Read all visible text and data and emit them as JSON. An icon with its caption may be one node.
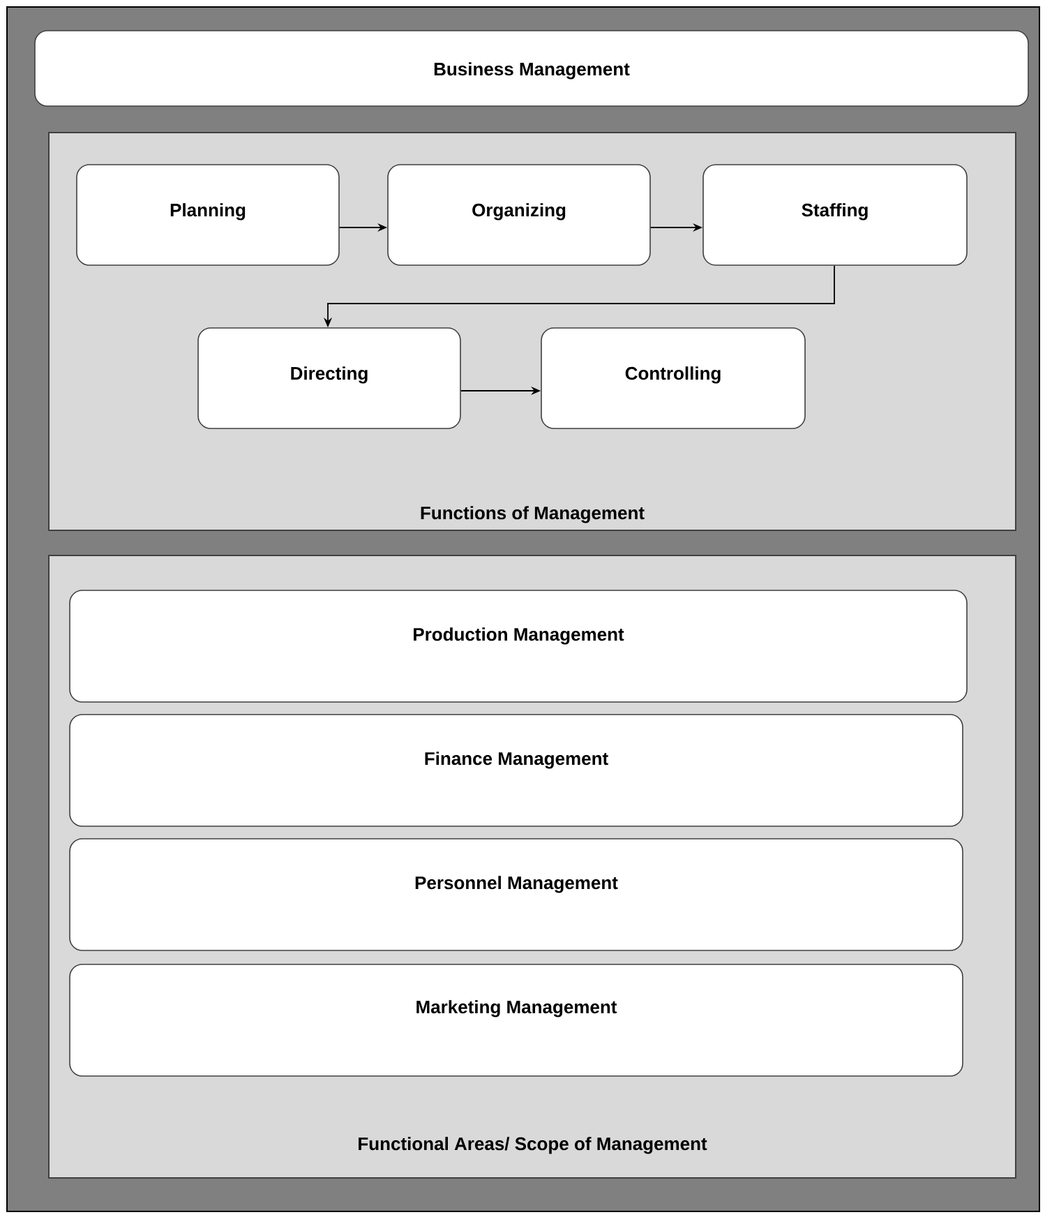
{
  "diagram": {
    "nodes": [
      {
        "text": [
          "Business Management"
        ]
      },
      {
        "text": [
          "Functions of Management"
        ]
      },
      {
        "text": [
          "Planning"
        ],
        "in": 1
      },
      {
        "text": [
          "Organizing"
        ],
        "in": 1
      },
      {
        "text": [
          "Staffing"
        ],
        "in": 1
      },
      {
        "text": [
          "Directing"
        ],
        "in": 1
      },
      {
        "text": [
          "Controlling"
        ],
        "in": 1
      },
      {
        "text": [
          "Functional Areas/ Scope of Management"
        ]
      },
      {
        "text": [
          "Production Management"
        ],
        "in": 7
      },
      {
        "text": [
          "Finance Management"
        ],
        "in": 7
      },
      {
        "text": [
          "Personnel Management"
        ],
        "in": 7
      },
      {
        "text": [
          "Marketing Management"
        ],
        "in": 7
      }
    ],
    "edges": [
      {
        "from": 2,
        "to": 3,
        "arrow": "to"
      },
      {
        "from": 3,
        "to": 4,
        "arrow": "to"
      },
      {
        "from": 4,
        "to": 5,
        "arrow": "to"
      },
      {
        "from": 5,
        "to": 6,
        "arrow": "to"
      }
    ]
  }
}
